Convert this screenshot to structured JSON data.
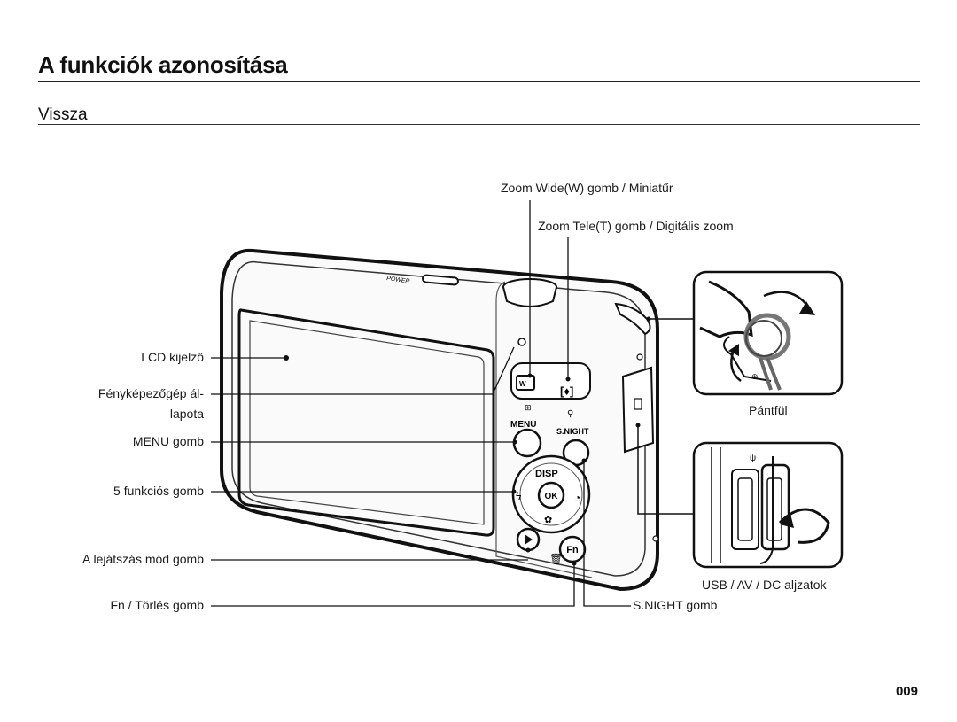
{
  "page": {
    "title": "A funkciók azonosítása",
    "subtitle": "Vissza",
    "page_number": "009"
  },
  "labels": {
    "lcd": "LCD kijelző",
    "status_lamp_line1": "Fényképezőgép ál-",
    "status_lamp_line2": "lapota",
    "menu": "MENU gomb",
    "five_function": "5 funkciós gomb",
    "playback": "A lejátszás mód gomb",
    "fn_delete": "Fn / Törlés gomb",
    "zoom_wide": "Zoom Wide(W) gomb / Miniatűr",
    "zoom_tele": "Zoom Tele(T) gomb / Digitális zoom",
    "strap": "Pántfül",
    "ports": "USB / AV / DC aljzatok",
    "snight": "S.NIGHT gomb"
  },
  "camera_markings": {
    "power": "POWER",
    "menu": "MENU",
    "snight": "S.NIGHT",
    "disp": "DISP",
    "ok": "OK",
    "fn": "Fn"
  }
}
